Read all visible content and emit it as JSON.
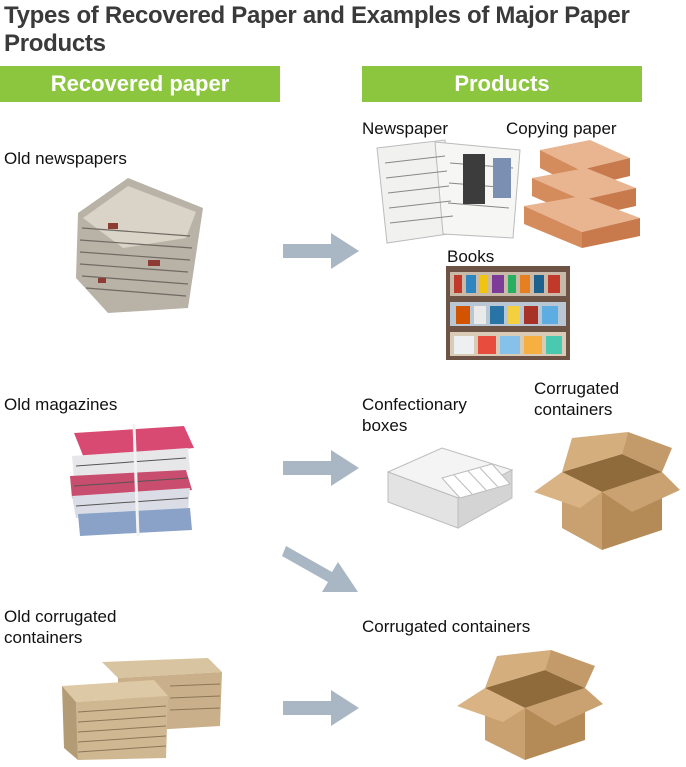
{
  "title": "Types of Recovered Paper and Examples of Major Paper Products",
  "headers": {
    "left": "Recovered paper",
    "right": "Products"
  },
  "recovered": [
    {
      "label": "Old newspapers"
    },
    {
      "label": "Old magazines"
    },
    {
      "label": "Old corrugated containers"
    }
  ],
  "products": {
    "newspaper": "Newspaper",
    "copying_paper": "Copying paper",
    "books": "Books",
    "confectionary": "Confectionary boxes",
    "corrugated_top": "Corrugated containers",
    "corrugated_bottom": "Corrugated containers"
  },
  "colors": {
    "header_green": "#8cc63f",
    "arrow": "#a9b7c4",
    "title": "#3a3a3a"
  }
}
